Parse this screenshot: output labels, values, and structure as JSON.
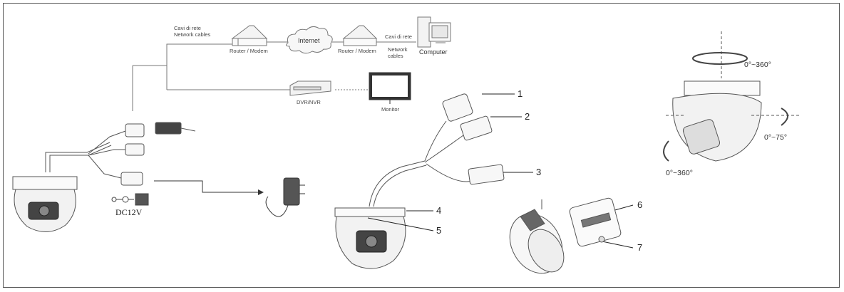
{
  "network": {
    "cables_left_it": "Cavi di rete",
    "cables_left_en": "Network cables",
    "router_left": "Router / Modem",
    "internet": "Internet",
    "router_right": "Router / Modem",
    "cables_right_it": "Cavi di rete",
    "cables_right_en_1": "Network",
    "cables_right_en_2": "cables",
    "computer": "Computer",
    "dvr": "DVR/NVR",
    "monitor": "Monitor"
  },
  "power": {
    "dc_label": "DC12V"
  },
  "callouts": [
    "1",
    "2",
    "3",
    "4",
    "5",
    "6",
    "7"
  ],
  "rotation": {
    "pan_top": "0°~360°",
    "tilt": "0°~75°",
    "rotate_bottom": "0°~360°"
  }
}
